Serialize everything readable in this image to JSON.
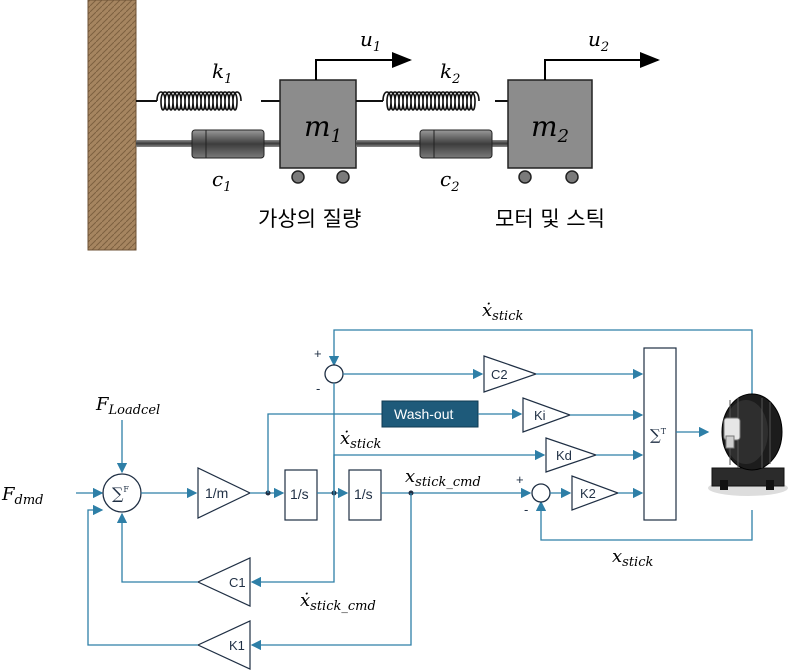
{
  "mech": {
    "k1": "k",
    "k1_sub": "1",
    "k2": "k",
    "k2_sub": "2",
    "c1": "c",
    "c1_sub": "1",
    "c2": "c",
    "c2_sub": "2",
    "u1": "u",
    "u1_sub": "1",
    "u2": "u",
    "u2_sub": "2",
    "m1": "m",
    "m1_sub": "1",
    "m2": "m",
    "m2_sub": "2",
    "label_virtual": "가상의 질량",
    "label_motor": "모터 및 스틱"
  },
  "block": {
    "f_loadcel": "F",
    "f_loadcel_sub": "Loadcel",
    "f_dmd": "F",
    "f_dmd_sub": "dmd",
    "sum_f": "∑",
    "sum_f_sup": "F",
    "sum_t": "∑",
    "sum_t_sup": "T",
    "inv_m": "1/m",
    "integ1": "1/s",
    "integ2": "1/s",
    "c1": "C1",
    "k1": "K1",
    "c2": "C2",
    "ki": "Ki",
    "kd": "Kd",
    "k2": "K2",
    "washout": "Wash-out",
    "xdot_stick_top": "ẋ",
    "xdot_stick_top_sub": "stick",
    "xdot_stick_mid": "ẋ",
    "xdot_stick_mid_sub": "stick",
    "x_stick_cmd": "x",
    "x_stick_cmd_sub": "stick_cmd",
    "xdot_stick_cmd": "ẋ",
    "xdot_stick_cmd_sub": "stick_cmd",
    "x_stick": "x",
    "x_stick_sub": "stick",
    "plus1": "+",
    "minus1": "-",
    "plus2": "+",
    "minus2": "-"
  },
  "colors": {
    "wall": "#a68560",
    "block_wire": "#2e7fa7",
    "washout_fill": "#1e5a7a"
  }
}
